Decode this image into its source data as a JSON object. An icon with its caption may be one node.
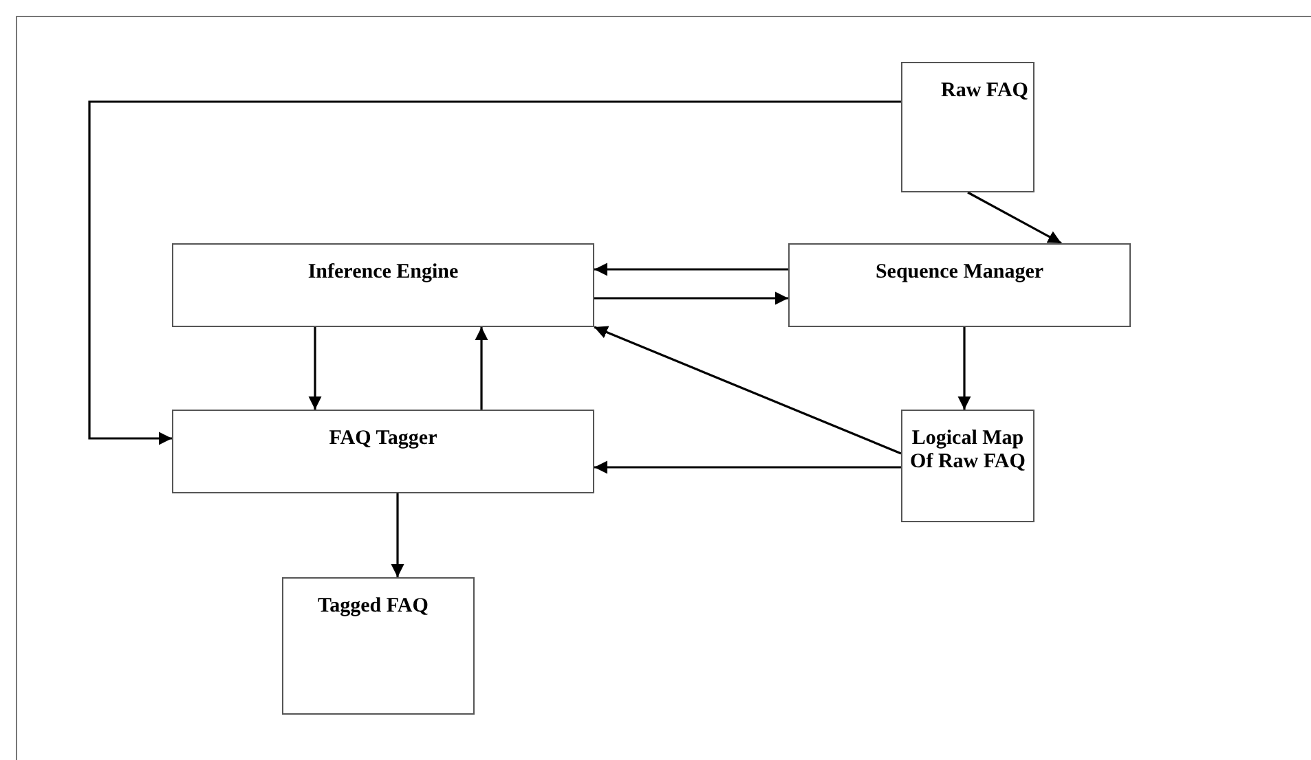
{
  "diagram": {
    "nodes": [
      {
        "text": [
          "Raw FAQ"
        ]
      },
      {
        "text": [
          "Inference Engine"
        ]
      },
      {
        "text": [
          "Sequence Manager"
        ]
      },
      {
        "text": [
          "FAQ Tagger"
        ]
      },
      {
        "text": [
          "Logical Map Of Raw FAQ"
        ]
      },
      {
        "text": [
          "Tagged FAQ"
        ]
      }
    ],
    "edges": [
      {
        "from": 0,
        "to": 2,
        "arrow": "to"
      },
      {
        "from": 0,
        "to": 3,
        "arrow": "to"
      },
      {
        "from": 2,
        "to": 1,
        "arrow": "to"
      },
      {
        "from": 1,
        "to": 2,
        "arrow": "to"
      },
      {
        "from": 1,
        "to": 3,
        "arrow": "to"
      },
      {
        "from": 3,
        "to": 1,
        "arrow": "to"
      },
      {
        "from": 4,
        "to": 1,
        "arrow": "to"
      },
      {
        "from": 2,
        "to": 4,
        "arrow": "to"
      },
      {
        "from": 4,
        "to": 3,
        "arrow": "to"
      },
      {
        "from": 3,
        "to": 5,
        "arrow": "to"
      }
    ]
  }
}
